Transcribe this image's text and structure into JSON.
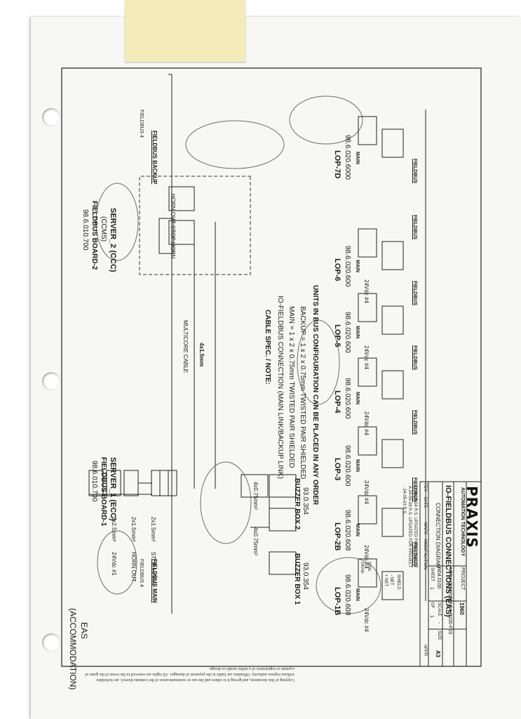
{
  "sheet_title": "IO-FIELDBUS CONNECTIONS (EAS)",
  "sheet_subtitle": "CONNECTION DIAGRAM",
  "area_label": "EAS",
  "area_sub": "(ACCOMMODATION)",
  "brand": {
    "name": "PRAXIS",
    "tagline": "AUTOMATION TECHNOLOGY"
  },
  "title_block": {
    "project_label": "PROJECT",
    "project_no": "1960",
    "drawing_no": "N04-0100-F03",
    "order_no": "NP04-0001/008",
    "yard_no": "N04.0100",
    "scale_label": "SCALE",
    "scale": "-",
    "size_label": "SIZE",
    "size": "A3",
    "sheet_label": "SHEET",
    "sheet": "1",
    "of_label": "OF",
    "of": "1",
    "rev_label": "REV",
    "date_label": "DATE",
    "mark_label": "MARK",
    "modification_label": "MODIFICATION",
    "rev_rows": [
      {
        "rev": "B",
        "date": "24-06-04",
        "mark": "R.S.",
        "text": "UPDATED FOR PROJECT"
      },
      {
        "rev": "A",
        "date": "24-05-03",
        "mark": "R.S.",
        "text": "UPDATED FOR PROJECT"
      },
      {
        "rev": "-",
        "date": "24-05-03",
        "mark": "R.S.",
        "text": ""
      }
    ],
    "approved_label": "APPR"
  },
  "cable_spec": {
    "heading": "CABLE SPEC. / NOTE:",
    "line1": "IO-FIELDBUS CONNECTION (MAIN LINK/BACKUP LINK)",
    "line2": "MAIN = 1 x 2 x 0.75mm  TWISTED PAIR SHIELDED",
    "line3": "BACKUP = 1 x 2 x 0.75mm  TWISTED PAIR SHIELDED",
    "line4": "UNITS IN BUS CONFIGURATION CAN BE PLACED IN ANY ORDER"
  },
  "server1": {
    "name": "SERVER_1 (ECC)",
    "board": "FIELDBUS BOARD-1",
    "code": "98.6.010.700"
  },
  "server2": {
    "name": "SERVER_2 (CCC)",
    "alt": "(CCMS)",
    "board": "FIELDBUS BOARD-2",
    "code": "98.6.010.700"
  },
  "signals": {
    "v24": "24Vdc #1",
    "v24_cable": "2x2.5mm²",
    "horn": "HORN OUT",
    "horn_cable": "2x1.5mm²",
    "stop": "STOP HORN",
    "stop_cable": "2x1.5mm²",
    "horn_out2": "HORN OUT",
    "stop_horn2": "STOP HORN",
    "multicore": "MULTICORE CABLE",
    "multicore_size": "4x1.5mm"
  },
  "fieldbus": {
    "main": "FIELDBUS MAIN",
    "backup": "FIELDBUS BACKUP",
    "fb4": "FIELDBUS 4",
    "fb": "FIELDBUS"
  },
  "terminal": {
    "net_plus": "+ NET",
    "net_minus": "- NET",
    "shield": "SHIELD",
    "v24": "24Vdc",
    "zero": "0Vdc"
  },
  "lops": [
    {
      "name": "LOP-1B",
      "code": "98.6.020.608",
      "role": "MAIN",
      "supply": "24Vdc #4"
    },
    {
      "name": "LOP-2B",
      "code": "98.6.020.608",
      "role": "MAIN",
      "supply": "24Vdc #4"
    },
    {
      "name": "LOP-3",
      "code": "98.6.020.600",
      "role": "MAIN",
      "supply": "24Vdc #4"
    },
    {
      "name": "LOP-4",
      "code": "98.6.020.600",
      "role": "MAIN",
      "supply": "24Vdc #4"
    },
    {
      "name": "LOP-5",
      "code": "98.6.020.600",
      "role": "MAIN",
      "supply": "24Vdc #4"
    },
    {
      "name": "LOP-6",
      "code": "98.6.020.600",
      "role": "MAIN",
      "supply": "24Vdc #4"
    },
    {
      "name": "LOP-7D",
      "code": "98.6.020.6000",
      "role": "MAIN",
      "supply": ""
    }
  ],
  "buzzers": [
    {
      "name": "BUZZER BOX 1",
      "code": "93.0.354",
      "cable": "4x0.75mm²"
    },
    {
      "name": "BUZZER BOX 2",
      "code": "93.0.354",
      "cable": "4x0.75mm²"
    }
  ],
  "footer_note": "Copying of this document, and giving it to others and the use or communication of the contents thereof, are forbidden without express authority. Offenders are liable to the payment of damages. All rights are reserved in the event of the grant of a patent or registration of a utility model or design."
}
